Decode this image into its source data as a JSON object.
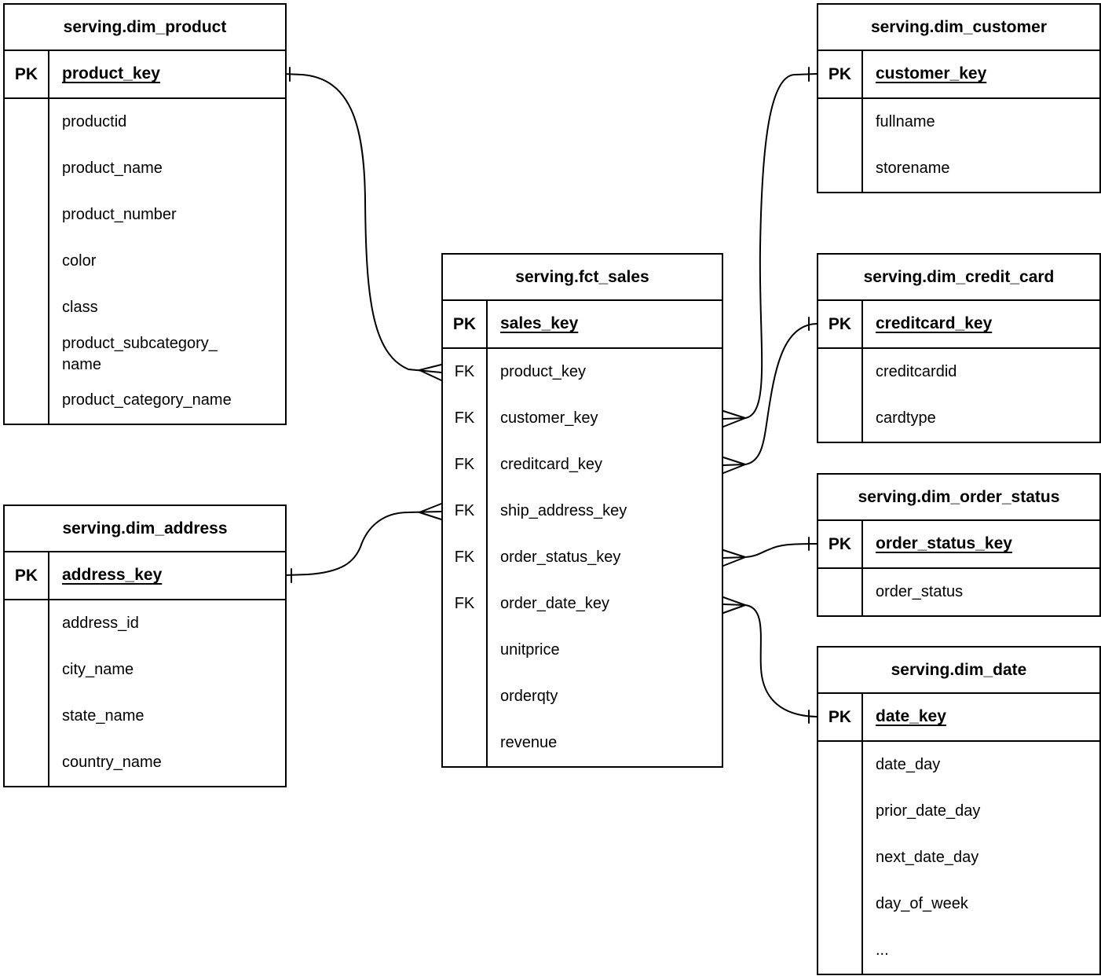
{
  "colors": {
    "stroke": "#000000",
    "background": "#ffffff",
    "text": "#000000"
  },
  "tables": {
    "dim_product": {
      "title": "serving.dim_product",
      "pk_tag": "PK",
      "pk_field": "product_key",
      "fields": [
        "productid",
        "product_name",
        "product_number",
        "color",
        "class",
        "product_subcategory_\nname",
        "product_category_name"
      ]
    },
    "dim_customer": {
      "title": "serving.dim_customer",
      "pk_tag": "PK",
      "pk_field": "customer_key",
      "fields": [
        "fullname",
        "storename"
      ]
    },
    "fct_sales": {
      "title": "serving.fct_sales",
      "pk_tag": "PK",
      "pk_field": "sales_key",
      "fields": [
        {
          "tag": "FK",
          "name": "product_key"
        },
        {
          "tag": "FK",
          "name": "customer_key"
        },
        {
          "tag": "FK",
          "name": "creditcard_key"
        },
        {
          "tag": "FK",
          "name": "ship_address_key"
        },
        {
          "tag": "FK",
          "name": "order_status_key"
        },
        {
          "tag": "FK",
          "name": "order_date_key"
        },
        {
          "tag": "",
          "name": "unitprice"
        },
        {
          "tag": "",
          "name": "orderqty"
        },
        {
          "tag": "",
          "name": "revenue"
        }
      ]
    },
    "dim_credit_card": {
      "title": "serving.dim_credit_card",
      "pk_tag": "PK",
      "pk_field": "creditcard_key",
      "fields": [
        "creditcardid",
        "cardtype"
      ]
    },
    "dim_order_status": {
      "title": "serving.dim_order_status",
      "pk_tag": "PK",
      "pk_field": "order_status_key",
      "fields": [
        "order_status"
      ]
    },
    "dim_date": {
      "title": "serving.dim_date",
      "pk_tag": "PK",
      "pk_field": "date_key",
      "fields": [
        "date_day",
        "prior_date_day",
        "next_date_day",
        "day_of_week",
        "..."
      ]
    },
    "dim_address": {
      "title": "serving.dim_address",
      "pk_tag": "PK",
      "pk_field": "address_key",
      "fields": [
        "address_id",
        "city_name",
        "state_name",
        "country_name"
      ]
    }
  },
  "relations": [
    {
      "one_table": "serving.dim_product",
      "one_field": "product_key",
      "many_table": "serving.fct_sales",
      "many_field": "product_key",
      "one_end": "one-tick",
      "many_end": "crow-foot"
    },
    {
      "one_table": "serving.dim_address",
      "one_field": "address_key",
      "many_table": "serving.fct_sales",
      "many_field": "ship_address_key",
      "one_end": "one-tick",
      "many_end": "crow-foot"
    },
    {
      "one_table": "serving.dim_customer",
      "one_field": "customer_key",
      "many_table": "serving.fct_sales",
      "many_field": "customer_key",
      "one_end": "one-tick",
      "many_end": "crow-foot"
    },
    {
      "one_table": "serving.dim_credit_card",
      "one_field": "creditcard_key",
      "many_table": "serving.fct_sales",
      "many_field": "creditcard_key",
      "one_end": "one-tick",
      "many_end": "crow-foot"
    },
    {
      "one_table": "serving.dim_order_status",
      "one_field": "order_status_key",
      "many_table": "serving.fct_sales",
      "many_field": "order_status_key",
      "one_end": "one-tick",
      "many_end": "crow-foot"
    },
    {
      "one_table": "serving.dim_date",
      "one_field": "date_key",
      "many_table": "serving.fct_sales",
      "many_field": "order_date_key",
      "one_end": "one-tick",
      "many_end": "crow-foot"
    }
  ]
}
